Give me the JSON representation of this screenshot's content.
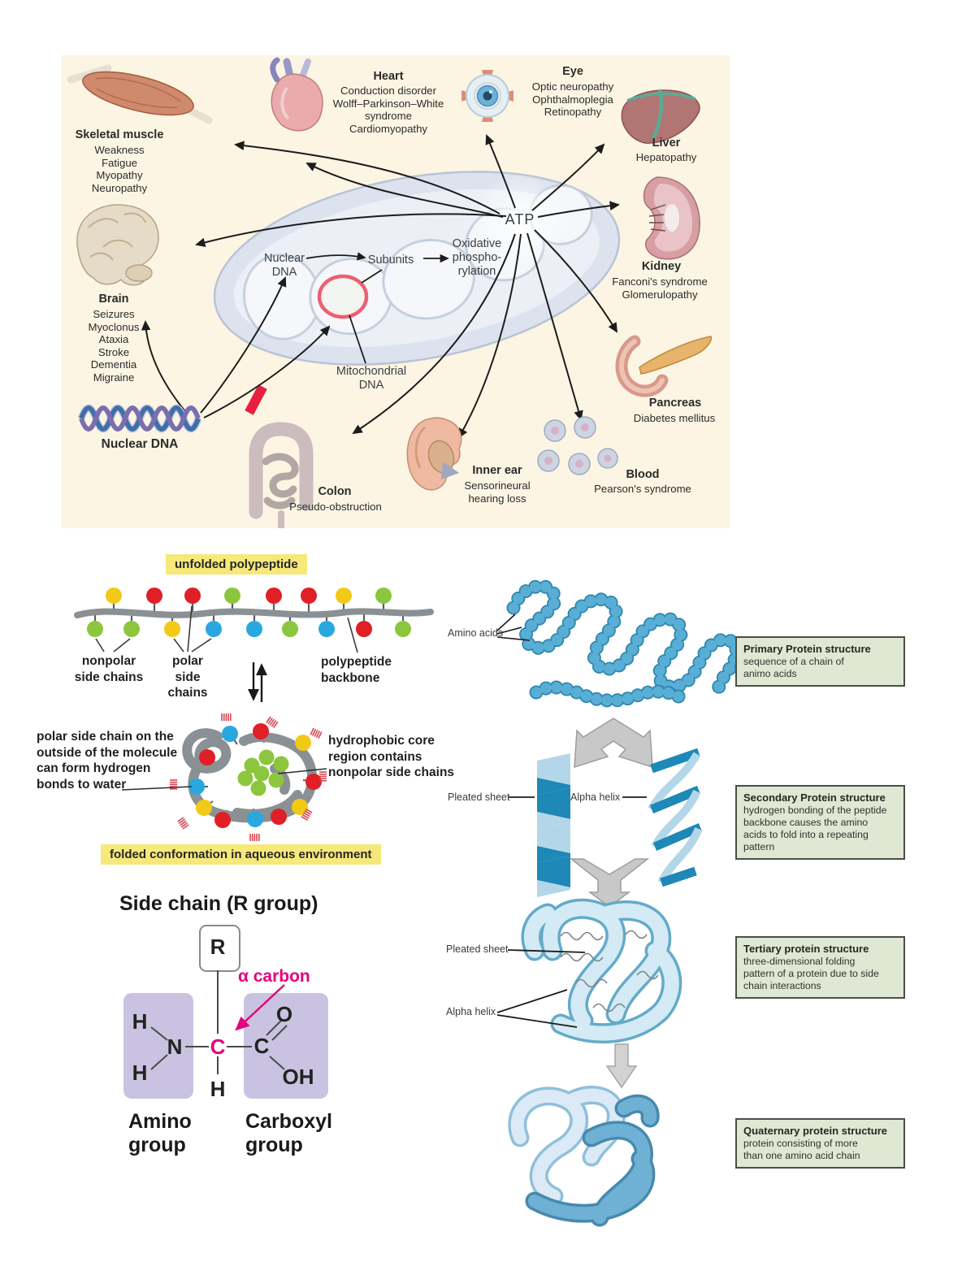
{
  "colors": {
    "panel_cream": "#fcf5e3",
    "yellow_highlight": "#f6e97a",
    "green_box_bg": "#e0e7d3",
    "bead_blue": "#58aed4",
    "ribbon_dark": "#1e88b6",
    "ribbon_light": "#b3d7e9",
    "magenta": "#e5007d",
    "lavender": "#c9c3e1",
    "chain_red": "#e01f26",
    "chain_green": "#8cc63f",
    "chain_yellow": "#f3c918",
    "chain_blue": "#29a8e0",
    "backbone_gray": "#8a9093",
    "inhibit_red": "#e81f40"
  },
  "mito": {
    "atp": "ATP",
    "oxidative": "Oxidative\nphospho-\nrylation",
    "nuclear_inner": "Nuclear\nDNA",
    "subunits": "Subunits",
    "mito_dna": "Mitochondrial\nDNA",
    "nuclear_dna": "Nuclear DNA",
    "organs": {
      "skeletal_muscle": {
        "name": "Skeletal muscle",
        "symptoms": "Weakness\nFatigue\nMyopathy\nNeuropathy"
      },
      "heart": {
        "name": "Heart",
        "symptoms": "Conduction disorder\nWolff–Parkinson–White\nsyndrome\nCardiomyopathy"
      },
      "eye": {
        "name": "Eye",
        "symptoms": "Optic neuropathy\nOphthalmoplegia\nRetinopathy"
      },
      "liver": {
        "name": "Liver",
        "symptoms": "Hepatopathy"
      },
      "kidney": {
        "name": "Kidney",
        "symptoms": "Fanconi's syndrome\nGlomerulopathy"
      },
      "pancreas": {
        "name": "Pancreas",
        "symptoms": "Diabetes mellitus"
      },
      "blood": {
        "name": "Blood",
        "symptoms": "Pearson's syndrome"
      },
      "inner_ear": {
        "name": "Inner ear",
        "symptoms": "Sensorineural\nhearing loss"
      },
      "colon": {
        "name": "Colon",
        "symptoms": "Pseudo-obstruction"
      },
      "brain": {
        "name": "Brain",
        "symptoms": "Seizures\nMyoclonus\nAtaxia\nStroke\nDementia\nMigraine"
      }
    }
  },
  "folding": {
    "unfolded_label": "unfolded polypeptide",
    "nonpolar": "nonpolar\nside chains",
    "polar": "polar\nside\nchains",
    "backbone": "polypeptide\nbackbone",
    "polar_note": "polar side chain on the\noutside of the molecule\ncan form hydrogen\nbonds to water",
    "hydrophobic_note": "hydrophobic core\nregion contains\nnonpolar side chains",
    "folded_label": "folded conformation in aqueous environment"
  },
  "amino_acid": {
    "title": "Side chain (R group)",
    "r": "R",
    "alpha_carbon": "α carbon",
    "h": "H",
    "n": "N",
    "c": "C",
    "o": "O",
    "oh": "OH",
    "amino_group": "Amino\ngroup",
    "carboxyl_group": "Carboxyl\ngroup"
  },
  "protein": {
    "amino_acids": "Amino acids",
    "pleated_sheet": "Pleated sheet",
    "alpha_helix": "Alpha helix",
    "levels": {
      "primary": {
        "title": "Primary Protein structure",
        "body": "sequence of a chain of\nanimo acids"
      },
      "secondary": {
        "title": "Secondary Protein structure",
        "body": "hydrogen bonding of the peptide\nbackbone causes the amino\nacids to fold into a repeating\npattern"
      },
      "tertiary": {
        "title": "Tertiary protein structure",
        "body": "three-dimensional folding\npattern of a protein due to side\nchain interactions"
      },
      "quaternary": {
        "title": "Quaternary protein structure",
        "body": "protein consisting of more\nthan one amino acid chain"
      }
    }
  }
}
